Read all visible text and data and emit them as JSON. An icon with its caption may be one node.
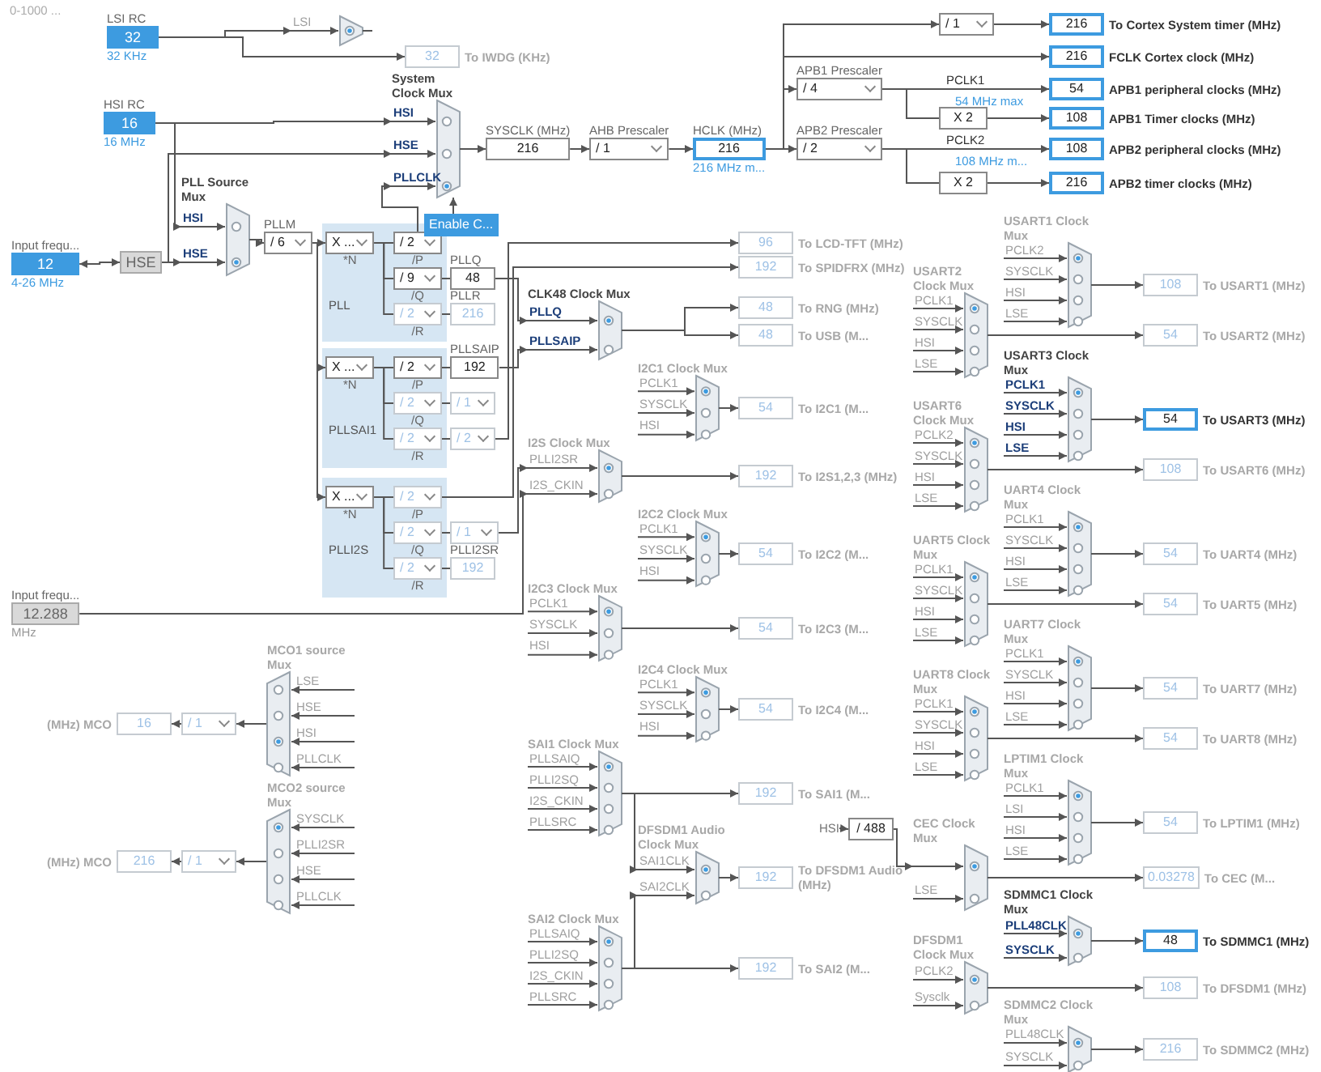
{
  "diagram": {
    "nodes": [
      {
        "text": [
          "LSI RC",
          "32"
        ],
        "beside": [
          "32 KHz"
        ]
      },
      {
        "text": [
          "LSI"
        ]
      },
      {
        "text": [
          "32"
        ],
        "beside": [
          "To IWDG (KHz)"
        ]
      },
      {
        "text": [
          "HSI RC",
          "16"
        ],
        "beside": [
          "16 MHz"
        ]
      },
      {
        "text": [
          "Input frequ...",
          "12"
        ],
        "beside": [
          "4-26 MHz"
        ]
      },
      {
        "text": [
          "HSE"
        ]
      },
      {
        "text": [
          "PLL Source Mux",
          "HSI",
          "HSE"
        ]
      },
      {
        "text": [
          "PLLM",
          "/ 6"
        ]
      },
      {
        "text": [
          "PLL"
        ]
      },
      {
        "text": [
          "X ...",
          "*N"
        ],
        "in": 8
      },
      {
        "text": [
          "/ 2",
          "/P"
        ],
        "in": 8
      },
      {
        "text": [
          "/ 9",
          "/Q"
        ],
        "in": 8
      },
      {
        "text": [
          "/ 2",
          "/R"
        ],
        "in": 8
      },
      {
        "text": [
          "PLLQ",
          "48"
        ]
      },
      {
        "text": [
          "PLLR",
          "216"
        ]
      },
      {
        "text": [
          "PLLSAI1"
        ]
      },
      {
        "text": [
          "X ...",
          "*N"
        ],
        "in": 15
      },
      {
        "text": [
          "/ 2",
          "/P"
        ],
        "in": 15
      },
      {
        "text": [
          "/ 2",
          "/Q"
        ],
        "in": 15
      },
      {
        "text": [
          "/ 2",
          "/R"
        ],
        "in": 15
      },
      {
        "text": [
          "PLLSAIP",
          "192"
        ]
      },
      {
        "text": [
          "/ 1"
        ]
      },
      {
        "text": [
          "/ 2"
        ]
      },
      {
        "text": [
          "PLLI2S"
        ]
      },
      {
        "text": [
          "X ...",
          "*N"
        ],
        "in": 23
      },
      {
        "text": [
          "/ 2",
          "/P"
        ],
        "in": 23
      },
      {
        "text": [
          "/ 2",
          "/Q"
        ],
        "in": 23
      },
      {
        "text": [
          "/ 2",
          "/R"
        ],
        "in": 23
      },
      {
        "text": [
          "/ 1",
          "PLLI2SR"
        ]
      },
      {
        "text": [
          "192"
        ]
      },
      {
        "text": [
          "System Clock Mux",
          "HSI",
          "HSE",
          "PLLCLK"
        ]
      },
      {
        "text": [
          "Enable C..."
        ]
      },
      {
        "text": [
          "SYSCLK (MHz)",
          "216"
        ]
      },
      {
        "text": [
          "AHB Prescaler",
          "/ 1"
        ]
      },
      {
        "text": [
          "HCLK (MHz)",
          "216"
        ],
        "beside": [
          "216 MHz m..."
        ]
      },
      {
        "text": [
          "/ 1"
        ]
      },
      {
        "text": [
          "APB1 Prescaler",
          "/ 4"
        ]
      },
      {
        "text": [
          "APB2 Prescaler",
          "/ 2"
        ]
      },
      {
        "text": [
          "X 2"
        ]
      },
      {
        "text": [
          "X 2"
        ]
      },
      {
        "text": [
          "216"
        ],
        "beside": [
          "To Cortex System timer (MHz)"
        ]
      },
      {
        "text": [
          "216"
        ],
        "beside": [
          "FCLK Cortex clock (MHz)"
        ]
      },
      {
        "text": [
          "54"
        ],
        "beside": [
          "APB1 peripheral clocks (MHz)"
        ]
      },
      {
        "text": [
          "108"
        ],
        "beside": [
          "APB1 Timer clocks (MHz)"
        ]
      },
      {
        "text": [
          "108"
        ],
        "beside": [
          "APB2 peripheral clocks (MHz)"
        ]
      },
      {
        "text": [
          "216"
        ],
        "beside": [
          "APB2 timer clocks (MHz)"
        ]
      },
      {
        "text": [
          "96"
        ],
        "beside": [
          "To LCD-TFT (MHz)"
        ]
      },
      {
        "text": [
          "192"
        ],
        "beside": [
          "To SPIDFRX (MHz)"
        ]
      },
      {
        "text": [
          "CLK48 Clock Mux",
          "PLLQ",
          "PLLSAIP"
        ]
      },
      {
        "text": [
          "48"
        ],
        "beside": [
          "To RNG (MHz)"
        ]
      },
      {
        "text": [
          "48"
        ],
        "beside": [
          "To USB (M..."
        ]
      },
      {
        "text": [
          "I2C1 Clock Mux",
          "PCLK1",
          "SYSCLK",
          "HSI"
        ]
      },
      {
        "text": [
          "54"
        ],
        "beside": [
          "To I2C1 (M..."
        ]
      },
      {
        "text": [
          "I2S Clock Mux",
          "PLLI2SR",
          "I2S_CKIN"
        ]
      },
      {
        "text": [
          "192"
        ],
        "beside": [
          "To I2S1,2,3 (MHz)"
        ]
      },
      {
        "text": [
          "I2C2 Clock Mux",
          "PCLK1",
          "SYSCLK",
          "HSI"
        ]
      },
      {
        "text": [
          "54"
        ],
        "beside": [
          "To I2C2 (M..."
        ]
      },
      {
        "text": [
          "I2C3 Clock Mux",
          "PCLK1",
          "SYSCLK",
          "HSI"
        ]
      },
      {
        "text": [
          "54"
        ],
        "beside": [
          "To I2C3 (M..."
        ]
      },
      {
        "text": [
          "I2C4 Clock Mux",
          "PCLK1",
          "SYSCLK",
          "HSI"
        ]
      },
      {
        "text": [
          "54"
        ],
        "beside": [
          "To I2C4 (M..."
        ]
      },
      {
        "text": [
          "SAI1 Clock Mux",
          "PLLSAIQ",
          "PLLI2SQ",
          "I2S_CKIN",
          "PLLSRC"
        ]
      },
      {
        "text": [
          "192"
        ],
        "beside": [
          "To SAI1 (M..."
        ]
      },
      {
        "text": [
          "DFSDM1 Audio Clock Mux",
          "SAI1CLK",
          "SAI2CLK"
        ]
      },
      {
        "text": [
          "192"
        ],
        "beside": [
          "To DFSDM1 Audio (MHz)"
        ]
      },
      {
        "text": [
          "SAI2 Clock Mux",
          "PLLSAIQ",
          "PLLI2SQ",
          "I2S_CKIN",
          "PLLSRC"
        ]
      },
      {
        "text": [
          "192"
        ],
        "beside": [
          "To SAI2 (M..."
        ]
      },
      {
        "text": [
          "MCO1 source Mux",
          "LSE",
          "HSE",
          "HSI",
          "PLLCLK"
        ]
      },
      {
        "text": [
          "/ 1"
        ]
      },
      {
        "text": [
          "16"
        ],
        "beside": [
          "(MHz) MCO"
        ]
      },
      {
        "text": [
          "MCO2 source Mux",
          "SYSCLK",
          "PLLI2SR",
          "HSE",
          "PLLCLK"
        ]
      },
      {
        "text": [
          "/ 1"
        ]
      },
      {
        "text": [
          "216"
        ],
        "beside": [
          "(MHz) MCO"
        ]
      },
      {
        "text": [
          "Input frequ...",
          "12.288"
        ],
        "beside": [
          "MHz"
        ]
      },
      {
        "text": [
          "USART1 Clock Mux",
          "PCLK2",
          "SYSCLK",
          "HSI",
          "LSE"
        ]
      },
      {
        "text": [
          "108"
        ],
        "beside": [
          "To USART1 (MHz)"
        ]
      },
      {
        "text": [
          "USART2 Clock Mux",
          "PCLK1",
          "SYSCLK",
          "HSI",
          "LSE"
        ]
      },
      {
        "text": [
          "54"
        ],
        "beside": [
          "To USART2 (MHz)"
        ]
      },
      {
        "text": [
          "USART3 Clock Mux",
          "PCLK1",
          "SYSCLK",
          "HSI",
          "LSE"
        ]
      },
      {
        "text": [
          "54"
        ],
        "beside": [
          "To USART3 (MHz)"
        ]
      },
      {
        "text": [
          "USART6 Clock Mux",
          "PCLK2",
          "SYSCLK",
          "HSI",
          "LSE"
        ]
      },
      {
        "text": [
          "108"
        ],
        "beside": [
          "To USART6 (MHz)"
        ]
      },
      {
        "text": [
          "UART4 Clock Mux",
          "PCLK1",
          "SYSCLK",
          "HSI",
          "LSE"
        ]
      },
      {
        "text": [
          "54"
        ],
        "beside": [
          "To UART4 (MHz)"
        ]
      },
      {
        "text": [
          "UART5 Clock Mux",
          "PCLK1",
          "SYSCLK",
          "HSI",
          "LSE"
        ]
      },
      {
        "text": [
          "54"
        ],
        "beside": [
          "To UART5 (MHz)"
        ]
      },
      {
        "text": [
          "UART7 Clock Mux",
          "PCLK1",
          "SYSCLK",
          "HSI",
          "LSE"
        ]
      },
      {
        "text": [
          "54"
        ],
        "beside": [
          "To UART7 (MHz)"
        ]
      },
      {
        "text": [
          "UART8 Clock Mux",
          "PCLK1",
          "SYSCLK",
          "HSI",
          "LSE"
        ]
      },
      {
        "text": [
          "54"
        ],
        "beside": [
          "To UART8 (MHz)"
        ]
      },
      {
        "text": [
          "LPTIM1 Clock Mux",
          "PCLK1",
          "LSI",
          "HSI",
          "LSE"
        ]
      },
      {
        "text": [
          "54"
        ],
        "beside": [
          "To LPTIM1 (MHz)"
        ]
      },
      {
        "text": [
          "HSI"
        ]
      },
      {
        "text": [
          "/ 488"
        ]
      },
      {
        "text": [
          "CEC Clock Mux",
          "LSE"
        ]
      },
      {
        "text": [
          "0.03278"
        ],
        "beside": [
          "To CEC (M..."
        ]
      },
      {
        "text": [
          "SDMMC1 Clock Mux",
          "PLL48CLK",
          "SYSCLK"
        ]
      },
      {
        "text": [
          "48"
        ],
        "beside": [
          "To SDMMC1 (MHz)"
        ]
      },
      {
        "text": [
          "DFSDM1 Clock Mux",
          "PCLK2",
          "Sysclk"
        ]
      },
      {
        "text": [
          "108"
        ],
        "beside": [
          "To DFSDM1 (MHz)"
        ]
      },
      {
        "text": [
          "SDMMC2 Clock Mux",
          "PLL48CLK",
          "SYSCLK"
        ]
      },
      {
        "text": [
          "216"
        ],
        "beside": [
          "To SDMMC2 (MHz)"
        ]
      }
    ],
    "edges": [
      {
        "from": 0,
        "to": 1,
        "arrow": "to"
      },
      {
        "from": 0,
        "to": 2,
        "arrow": "to"
      },
      {
        "from": 3,
        "to": 30,
        "arrow": "to"
      },
      {
        "from": 3,
        "to": 6,
        "arrow": "to"
      },
      {
        "from": 4,
        "to": 5,
        "arrow": "both"
      },
      {
        "from": 5,
        "to": 6,
        "arrow": "to"
      },
      {
        "from": 5,
        "to": 30,
        "arrow": "to"
      },
      {
        "from": 6,
        "to": 7,
        "arrow": "to"
      },
      {
        "from": 7,
        "to": 9,
        "arrow": "to"
      },
      {
        "from": 7,
        "to": 16,
        "arrow": "to"
      },
      {
        "from": 7,
        "to": 24,
        "arrow": "to"
      },
      {
        "from": 9,
        "to": 10,
        "arrow": "none"
      },
      {
        "from": 9,
        "to": 11,
        "arrow": "none"
      },
      {
        "from": 9,
        "to": 12,
        "arrow": "none"
      },
      {
        "from": 10,
        "to": 30,
        "arrow": "to"
      },
      {
        "from": 11,
        "to": 13,
        "arrow": "none"
      },
      {
        "from": 12,
        "to": 14,
        "arrow": "none"
      },
      {
        "from": 16,
        "to": 17,
        "arrow": "none"
      },
      {
        "from": 16,
        "to": 18,
        "arrow": "none"
      },
      {
        "from": 16,
        "to": 19,
        "arrow": "none"
      },
      {
        "from": 17,
        "to": 20,
        "arrow": "none"
      },
      {
        "from": 18,
        "to": 21,
        "arrow": "none"
      },
      {
        "from": 19,
        "to": 22,
        "arrow": "none"
      },
      {
        "from": 24,
        "to": 25,
        "arrow": "none"
      },
      {
        "from": 24,
        "to": 26,
        "arrow": "none"
      },
      {
        "from": 24,
        "to": 27,
        "arrow": "none"
      },
      {
        "from": 26,
        "to": 28,
        "arrow": "none"
      },
      {
        "from": 27,
        "to": 29,
        "arrow": "none"
      },
      {
        "from": 31,
        "to": 30,
        "arrow": "to"
      },
      {
        "from": 30,
        "to": 32,
        "arrow": "to"
      },
      {
        "from": 32,
        "to": 33,
        "arrow": "to"
      },
      {
        "from": 33,
        "to": 34,
        "arrow": "to"
      },
      {
        "from": 34,
        "to": 35,
        "arrow": "to"
      },
      {
        "from": 34,
        "to": 41,
        "arrow": "to"
      },
      {
        "from": 34,
        "to": 36,
        "arrow": "to"
      },
      {
        "from": 34,
        "to": 37,
        "arrow": "to"
      },
      {
        "from": 35,
        "to": 40,
        "arrow": "to"
      },
      {
        "from": 36,
        "to": 42,
        "arrow": "to",
        "label": "PCLK1"
      },
      {
        "from": 36,
        "to": 38,
        "arrow": "none"
      },
      {
        "from": 38,
        "to": 43,
        "arrow": "to"
      },
      {
        "from": 37,
        "to": 44,
        "arrow": "to",
        "label": "PCLK2"
      },
      {
        "from": 37,
        "to": 39,
        "arrow": "none"
      },
      {
        "from": 39,
        "to": 45,
        "arrow": "to"
      },
      {
        "from": 22,
        "to": 46,
        "arrow": "to"
      },
      {
        "from": 25,
        "to": 47,
        "arrow": "to"
      },
      {
        "from": 13,
        "to": 48,
        "arrow": "to"
      },
      {
        "from": 20,
        "to": 48,
        "arrow": "to"
      },
      {
        "from": 48,
        "to": 49,
        "arrow": "to"
      },
      {
        "from": 48,
        "to": 50,
        "arrow": "to"
      },
      {
        "from": 51,
        "to": 52,
        "arrow": "to"
      },
      {
        "from": 28,
        "to": 53,
        "arrow": "to"
      },
      {
        "from": 73,
        "to": 53,
        "arrow": "to"
      },
      {
        "from": 53,
        "to": 54,
        "arrow": "to"
      },
      {
        "from": 55,
        "to": 56,
        "arrow": "to"
      },
      {
        "from": 57,
        "to": 58,
        "arrow": "to"
      },
      {
        "from": 59,
        "to": 60,
        "arrow": "to"
      },
      {
        "from": 61,
        "to": 62,
        "arrow": "to"
      },
      {
        "from": 61,
        "to": 63,
        "arrow": "to"
      },
      {
        "from": 65,
        "to": 63,
        "arrow": "to"
      },
      {
        "from": 63,
        "to": 64,
        "arrow": "to"
      },
      {
        "from": 65,
        "to": 66,
        "arrow": "to"
      },
      {
        "from": 67,
        "to": 68,
        "arrow": "to"
      },
      {
        "from": 68,
        "to": 69,
        "arrow": "to"
      },
      {
        "from": 70,
        "to": 71,
        "arrow": "to"
      },
      {
        "from": 71,
        "to": 72,
        "arrow": "to"
      },
      {
        "from": 74,
        "to": 75,
        "arrow": "to"
      },
      {
        "from": 76,
        "to": 77,
        "arrow": "to"
      },
      {
        "from": 78,
        "to": 79,
        "arrow": "to"
      },
      {
        "from": 80,
        "to": 81,
        "arrow": "to"
      },
      {
        "from": 82,
        "to": 83,
        "arrow": "to"
      },
      {
        "from": 84,
        "to": 85,
        "arrow": "to"
      },
      {
        "from": 86,
        "to": 87,
        "arrow": "to"
      },
      {
        "from": 88,
        "to": 89,
        "arrow": "to"
      },
      {
        "from": 90,
        "to": 91,
        "arrow": "to"
      },
      {
        "from": 92,
        "to": 93,
        "arrow": "to"
      },
      {
        "from": 93,
        "to": 94,
        "arrow": "to"
      },
      {
        "from": 94,
        "to": 95,
        "arrow": "to"
      },
      {
        "from": 96,
        "to": 97,
        "arrow": "to"
      },
      {
        "from": 98,
        "to": 99,
        "arrow": "to"
      },
      {
        "from": 100,
        "to": 101,
        "arrow": "to"
      }
    ],
    "labels": [
      "0-1000 ...",
      "54 MHz max",
      "108 MHz m..."
    ]
  }
}
